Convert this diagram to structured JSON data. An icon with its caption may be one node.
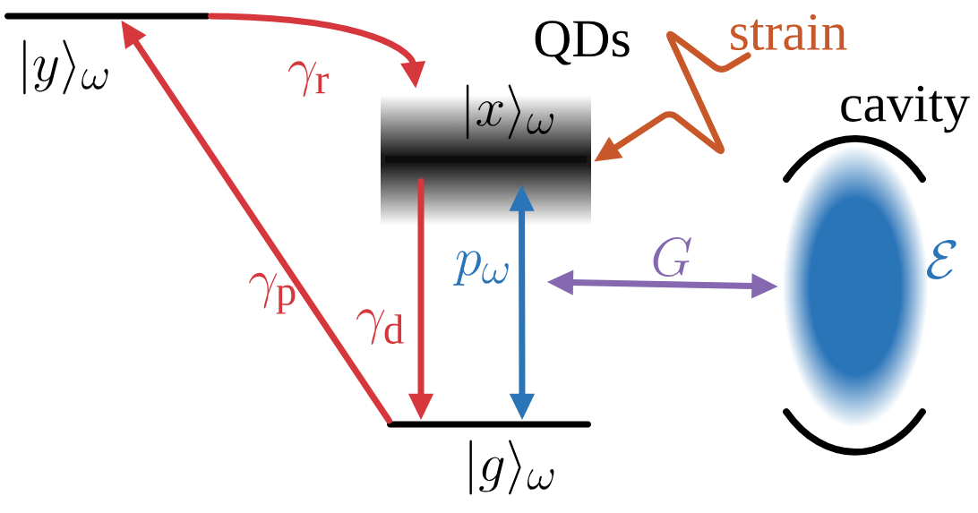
{
  "diagram": {
    "nodes": [
      {
        "text": [
          "|y\\rangle_{\\omega}"
        ]
      },
      {
        "text": [
          "|x\\rangle_{\\omega}"
        ]
      },
      {
        "text": [
          "|g\\rangle_{\\omega}"
        ]
      },
      {
        "text": [
          "cavity",
          "\\mathcal{E}"
        ]
      }
    ],
    "edges": [
      {
        "from": 0,
        "to": 1,
        "arrow": "to",
        "label": "\\gamma_{\\mathrm{r}}"
      },
      {
        "from": 1,
        "to": 2,
        "arrow": "to",
        "label": "\\gamma_{\\mathrm{d}}"
      },
      {
        "from": 2,
        "to": 0,
        "arrow": "to",
        "label": "\\gamma_{\\mathrm{p}}"
      },
      {
        "from": 1,
        "to": 2,
        "arrow": "both",
        "label": "p_{\\omega}",
        "color": "#2a74b8"
      },
      {
        "from": null,
        "to": 3,
        "arrow": "both",
        "label": "G",
        "color": "#8668b0"
      },
      {
        "from": null,
        "to": 1,
        "arrow": "to",
        "label": "strain",
        "color": "#c8582a"
      }
    ],
    "labels": [
      "QDs"
    ]
  }
}
